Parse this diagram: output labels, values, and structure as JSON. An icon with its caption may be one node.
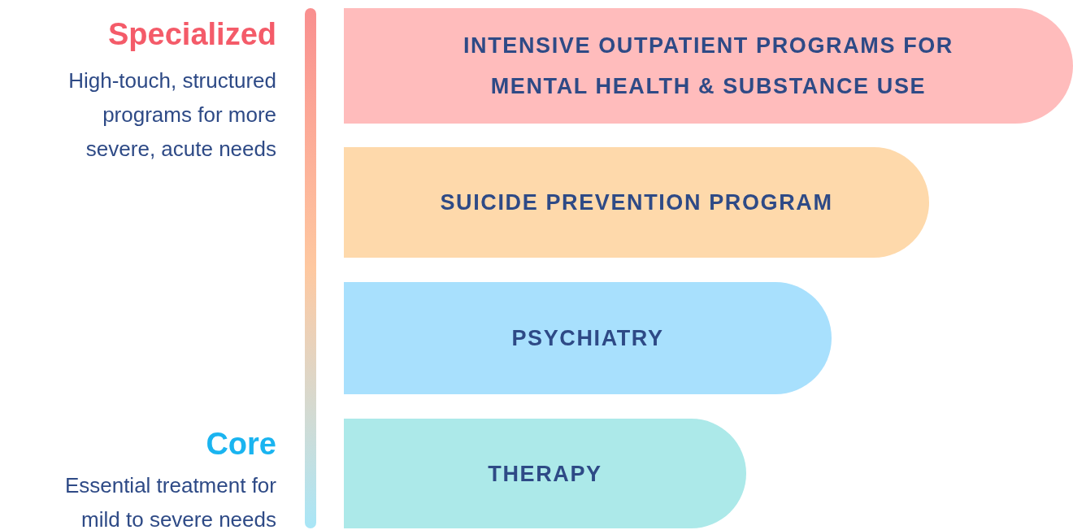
{
  "diagram": {
    "nodes": [
      {
        "text": [],
        "shape": "bar"
      },
      {
        "text": [
          "INTENSIVE OUTPATIENT PROGRAMS FOR MENTAL HEALTH & SUBSTANCE USE"
        ]
      },
      {
        "text": [
          "SUICIDE PREVENTION PROGRAM"
        ]
      },
      {
        "text": [
          "PSYCHIATRY"
        ]
      },
      {
        "text": [
          "THERAPY"
        ]
      }
    ],
    "labels": [
      "Specialized",
      "High-touch, structured programs for more severe, acute needs",
      "Core",
      "Essential treatment for mild to severe needs"
    ]
  }
}
